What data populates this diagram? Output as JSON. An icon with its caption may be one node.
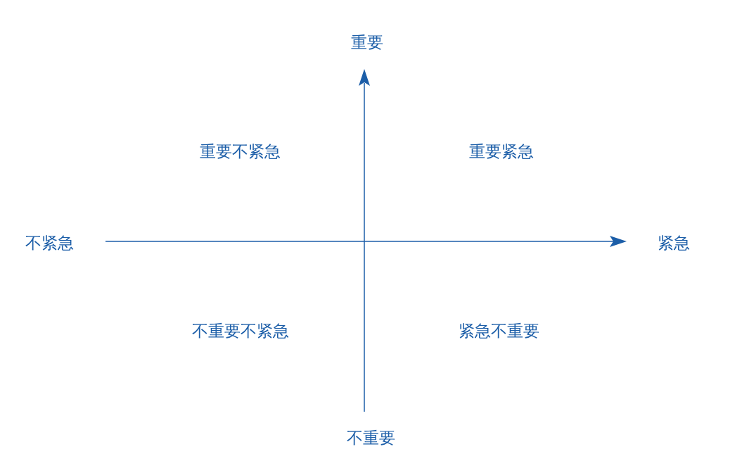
{
  "diagram": {
    "labels": [
      "重要",
      "重要不紧急",
      "重要紧急",
      "不紧急",
      "紧急",
      "不重要不紧急",
      "紧急不重要",
      "不重要"
    ]
  }
}
